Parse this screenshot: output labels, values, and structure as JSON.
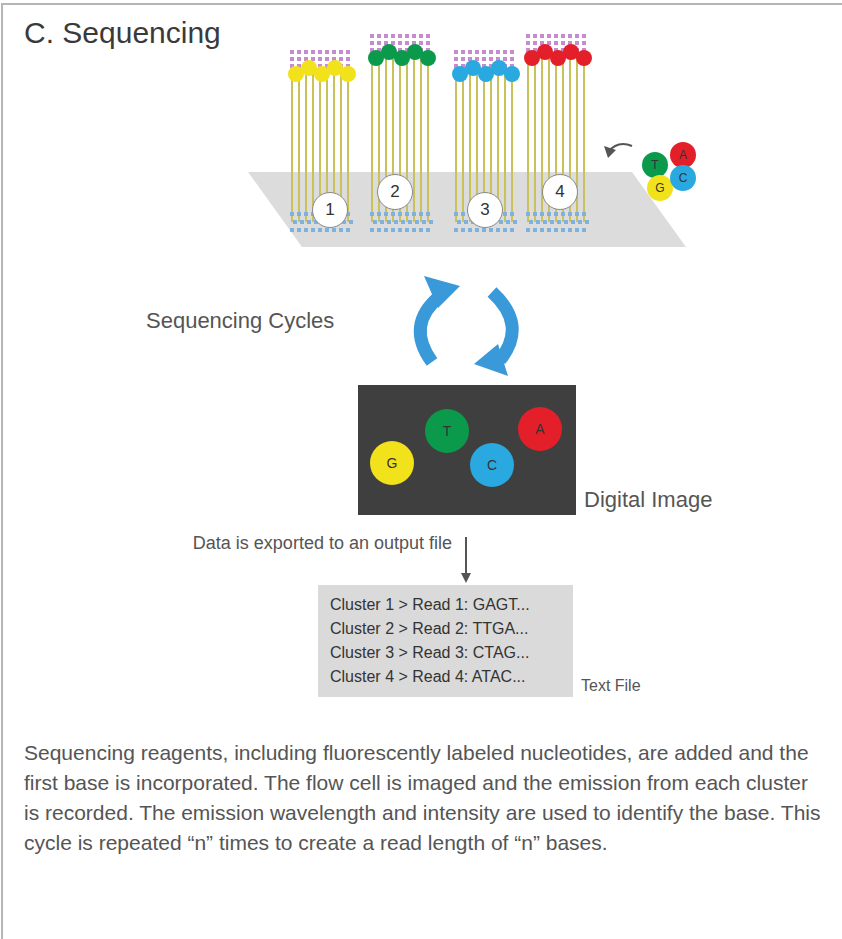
{
  "diagram": {
    "title": "C. Sequencing",
    "caption": "Sequencing reagents, including fluorescently labeled nucleotides, are added and the first base is incorporated. The flow cell is imaged and the emission from each cluster is recorded. The emission wavelength and intensity are used to identify the base. This cycle is repeated “n” times to create a read length of “n” bases.",
    "nodes": [
      {
        "text": [
          "1"
        ]
      },
      {
        "text": [
          "2"
        ]
      },
      {
        "text": [
          "3"
        ]
      },
      {
        "text": [
          "4"
        ]
      },
      {
        "text": [
          "T"
        ]
      },
      {
        "text": [
          "A"
        ]
      },
      {
        "text": [
          "G"
        ]
      },
      {
        "text": [
          "C"
        ]
      },
      {
        "text": [
          "Digital Image"
        ]
      },
      {
        "text": [
          "G"
        ],
        "in": 8
      },
      {
        "text": [
          "T"
        ],
        "in": 8
      },
      {
        "text": [
          "C"
        ],
        "in": 8
      },
      {
        "text": [
          "A"
        ],
        "in": 8
      },
      {
        "text": [
          "Cluster 1 > Read 1: GAGT...",
          "Cluster 2 > Read 2: TTGA...",
          "Cluster 3 > Read 3: CTAG...",
          "Cluster 4 > Read 4: ATAC...",
          "Text File"
        ]
      }
    ],
    "edges": [
      {
        "from": 8,
        "to": 13,
        "arrow": "to",
        "label": "Data is exported to an output file"
      }
    ],
    "labels": [
      "Sequencing Cycles"
    ]
  }
}
